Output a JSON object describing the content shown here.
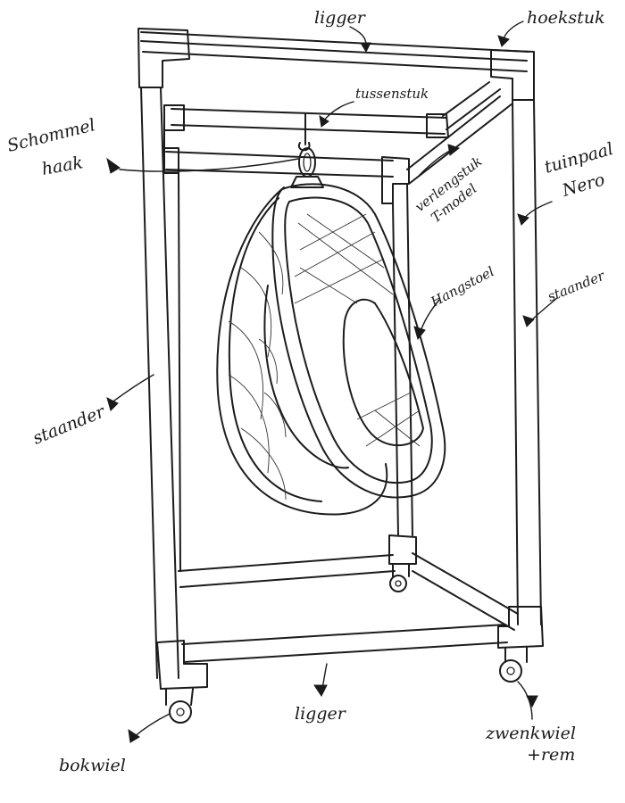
{
  "labels": {
    "ligger_top": "ligger",
    "hoekstuk": "hoekstuk",
    "tussenstuk": "tussenstuk",
    "schommelhaak_line1": "Schommel",
    "schommelhaak_line2": "haak",
    "verlengstuk_line1": "verlengstuk",
    "verlengstuk_line2": "T-model",
    "tuinpaal_line1": "tuinpaal",
    "tuinpaal_line2": "Nero",
    "hangstoel": "Hangstoel",
    "staander_right": "staander",
    "staander_left": "staander",
    "ligger_bottom": "ligger",
    "bokwiel": "bokwiel",
    "zwenkwiel_line1": "zwenkwiel",
    "zwenkwiel_line2": "+rem"
  }
}
